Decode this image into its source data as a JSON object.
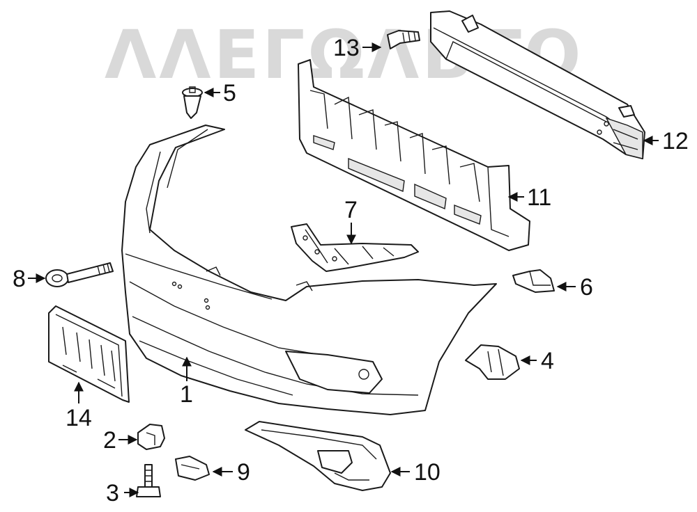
{
  "watermark": {
    "text": "ΛΛΕΓΩΛΒΤΟ",
    "color": "#d9d9d9"
  },
  "labels": {
    "part1": "1",
    "part2": "2",
    "part3": "3",
    "part4": "4",
    "part5": "5",
    "part6": "6",
    "part7": "7",
    "part8": "8",
    "part9": "9",
    "part10": "10",
    "part11": "11",
    "part12": "12",
    "part13": "13",
    "part14": "14"
  },
  "colors": {
    "line": "#1a1a1a",
    "background": "#ffffff"
  }
}
